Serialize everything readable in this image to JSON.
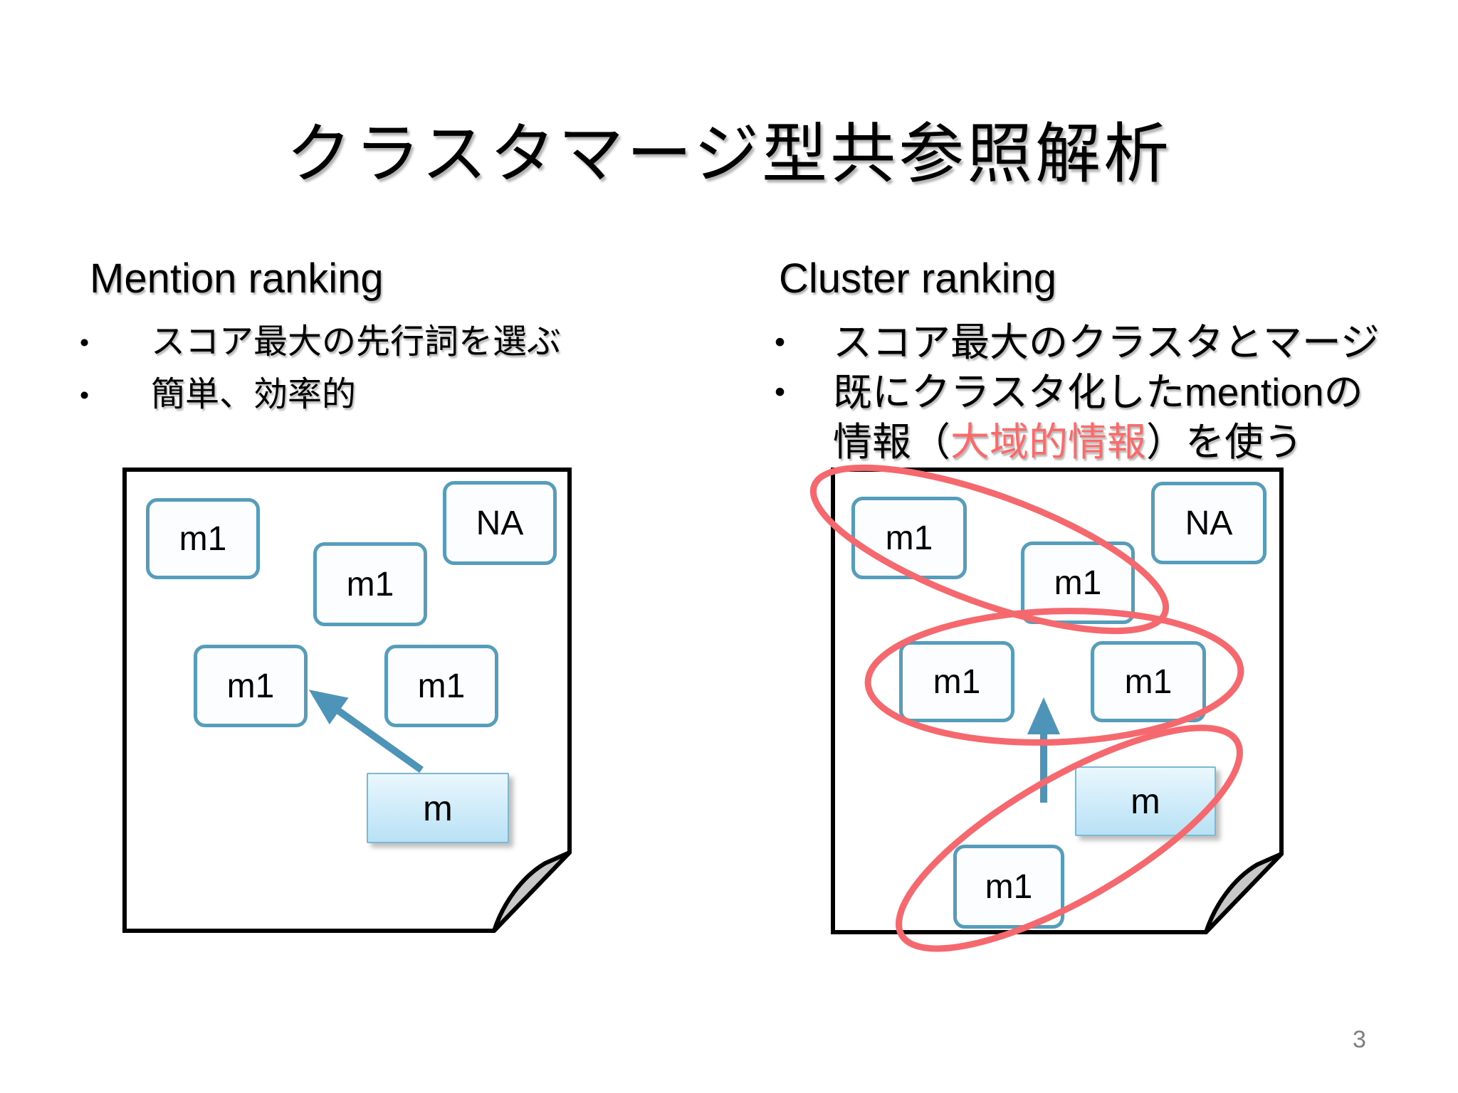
{
  "slide": {
    "title": "クラスタマージ型共参照解析",
    "page_number": "3",
    "bullet_char": "•",
    "colors": {
      "box_border": "#569dbb",
      "arrow": "#4e94b8",
      "cluster_ellipse": "#f5696e",
      "highlight_text": "#f96b6b",
      "fold": "#c8c8c8",
      "page_number": "#7f7f7f"
    },
    "left_panel": {
      "heading": "Mention ranking",
      "bullets": [
        "スコア最大の先行詞を選ぶ",
        "簡単、効率的"
      ]
    },
    "right_panel": {
      "heading": "Cluster ranking",
      "bullet1": "スコア最大のクラスタとマージ",
      "bullet2_line1": "既にクラスタ化したmentionの",
      "bullet2_line2_prefix": "情報（",
      "bullet2_line2_highlight": "大域的情報",
      "bullet2_line2_suffix": "）を使う"
    },
    "left_diagram": {
      "mention_label": "m1",
      "na_label": "NA",
      "new_mention_label": "m"
    },
    "right_diagram": {
      "mention_label": "m1",
      "na_label": "NA",
      "new_mention_label": "m"
    }
  }
}
